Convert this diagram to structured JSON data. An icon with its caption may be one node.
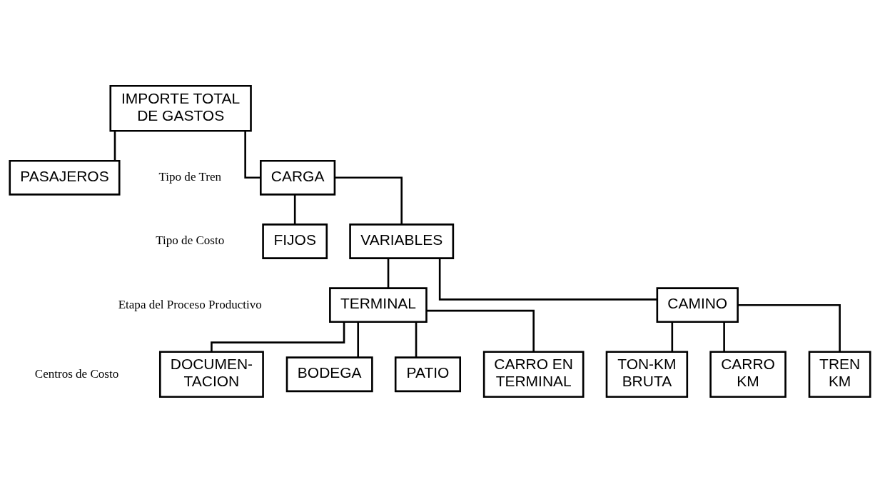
{
  "diagram": {
    "nodes": [
      {
        "text": [
          "IMPORTE TOTAL DE GASTOS"
        ]
      },
      {
        "text": [
          "PASAJEROS"
        ]
      },
      {
        "text": [
          "CARGA"
        ]
      },
      {
        "text": [
          "FIJOS"
        ]
      },
      {
        "text": [
          "VARIABLES"
        ]
      },
      {
        "text": [
          "TERMINAL"
        ]
      },
      {
        "text": [
          "CAMINO"
        ]
      },
      {
        "text": [
          "PATIO"
        ]
      },
      {
        "text": [
          "CARRO EN TERMINAL"
        ]
      },
      {
        "text": [
          "DOCUMEN- TACION"
        ]
      },
      {
        "text": [
          "BODEGA"
        ]
      },
      {
        "text": [
          "CARRO KM"
        ]
      },
      {
        "text": [
          "TREN KM"
        ]
      },
      {
        "text": [
          "TON-KM BRUTA"
        ]
      }
    ],
    "edges": [
      {
        "from": 0,
        "to": 1,
        "arrow": "none"
      },
      {
        "from": 0,
        "to": 2,
        "arrow": "none"
      },
      {
        "from": 2,
        "to": 3,
        "arrow": "none"
      },
      {
        "from": 2,
        "to": 4,
        "arrow": "none"
      },
      {
        "from": 4,
        "to": 5,
        "arrow": "none"
      },
      {
        "from": 4,
        "to": 6,
        "arrow": "none"
      },
      {
        "from": 5,
        "to": 7,
        "arrow": "none"
      },
      {
        "from": 5,
        "to": 8,
        "arrow": "none"
      },
      {
        "from": 5,
        "to": 9,
        "arrow": "none"
      },
      {
        "from": 5,
        "to": 10,
        "arrow": "none"
      },
      {
        "from": 6,
        "to": 11,
        "arrow": "none"
      },
      {
        "from": 6,
        "to": 12,
        "arrow": "none"
      },
      {
        "from": 6,
        "to": 13,
        "arrow": "none"
      }
    ],
    "labels": [
      "Tipo de Tren",
      "Tipo de Costo",
      "Etapa del Proceso Productivo",
      "Centros de Costo"
    ]
  }
}
